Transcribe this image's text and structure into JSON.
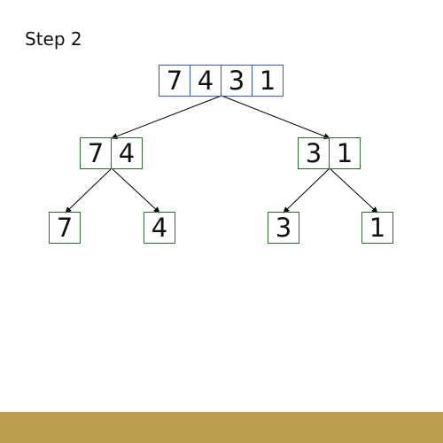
{
  "step_label": "Step 2",
  "colors": {
    "root_border": "#2f5fc4",
    "child_border": "#2a6b2a",
    "edge": "#000000",
    "footer": "#bd9d4f"
  },
  "tree": {
    "root": [
      "7",
      "4",
      "3",
      "1"
    ],
    "left": [
      "7",
      "4"
    ],
    "right": [
      "3",
      "1"
    ],
    "leaf_1": [
      "7"
    ],
    "leaf_2": [
      "4"
    ],
    "leaf_3": [
      "3"
    ],
    "leaf_4": [
      "1"
    ]
  }
}
